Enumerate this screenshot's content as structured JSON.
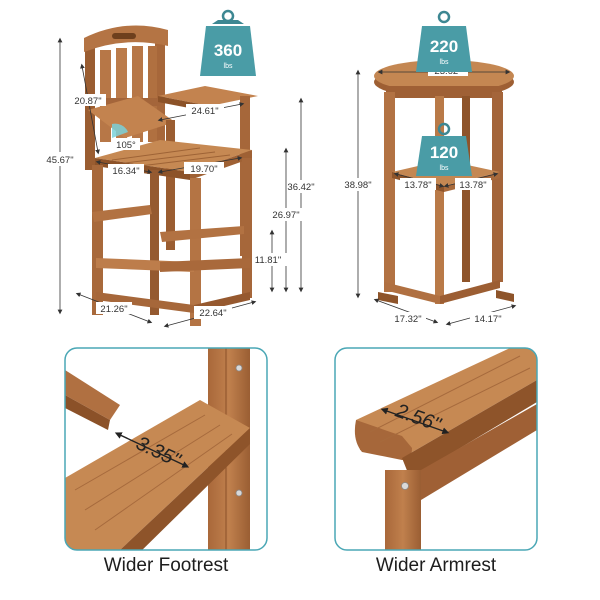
{
  "colors": {
    "wood": "#b0703f",
    "wood_dark": "#7e4a25",
    "wood_light": "#c98c58",
    "badge": "#4a9ca6",
    "panel_border": "#4aa7b5"
  },
  "chair": {
    "weight_value": "360",
    "weight_unit": "lbs",
    "dim_total_height": "45.67\"",
    "dim_back_height": "20.87\"",
    "dim_arm_width": "24.61\"",
    "dim_angle": "105°",
    "dim_seat_depth": "16.34\"",
    "dim_seat_width": "19.70\"",
    "dim_seat_height": "36.42\"",
    "dim_arm_height": "26.97\"",
    "dim_footrest_height": "11.81\"",
    "dim_base_depth": "21.26\"",
    "dim_base_width": "22.64\""
  },
  "table": {
    "top_weight_value": "220",
    "top_weight_unit": "lbs",
    "shelf_weight_value": "120",
    "shelf_weight_unit": "lbs",
    "dim_top_diameter": "23.62\"",
    "dim_height": "38.98\"",
    "dim_shelf_depth": "13.78\"",
    "dim_shelf_width": "13.78\"",
    "dim_base_depth": "17.32\"",
    "dim_base_width": "14.17\""
  },
  "details": {
    "footrest_dim": "3.35\"",
    "footrest_caption": "Wider Footrest",
    "armrest_dim": "2.56\"",
    "armrest_caption": "Wider Armrest"
  }
}
